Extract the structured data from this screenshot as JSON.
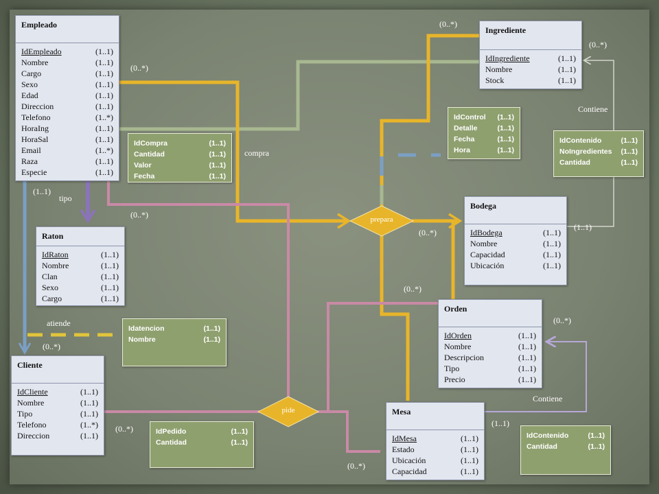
{
  "entities": {
    "empleado": {
      "title": "Empleado",
      "attrs": [
        {
          "name": "IdEmpleado",
          "card": "(1..1)"
        },
        {
          "name": "Nombre",
          "card": "(1..1)"
        },
        {
          "name": "Cargo",
          "card": "(1..1)"
        },
        {
          "name": "Sexo",
          "card": "(1..1)"
        },
        {
          "name": "Edad",
          "card": "(1..1)"
        },
        {
          "name": "Direccion",
          "card": "(1..1)"
        },
        {
          "name": "Telefono",
          "card": "(1..*)"
        },
        {
          "name": "HoraIng",
          "card": "(1..1)"
        },
        {
          "name": "HoraSal",
          "card": "(1..1)"
        },
        {
          "name": "Email",
          "card": "(1..*)"
        },
        {
          "name": "Raza",
          "card": "(1..1)"
        },
        {
          "name": "Especie",
          "card": "(1..1)"
        }
      ]
    },
    "ingrediente": {
      "title": "Ingrediente",
      "attrs": [
        {
          "name": "IdIngrediente",
          "card": "(1..1)"
        },
        {
          "name": "Nombre",
          "card": "(1..1)"
        },
        {
          "name": "Stock",
          "card": "(1..1)"
        }
      ]
    },
    "raton": {
      "title": "Raton",
      "attrs": [
        {
          "name": "IdRaton",
          "card": "(1..1)"
        },
        {
          "name": "Nombre",
          "card": "(1..1)"
        },
        {
          "name": "Clan",
          "card": "(1..1)"
        },
        {
          "name": "Sexo",
          "card": "(1..1)"
        },
        {
          "name": "Cargo",
          "card": "(1..1)"
        }
      ]
    },
    "bodega": {
      "title": "Bodega",
      "attrs": [
        {
          "name": "IdBodega",
          "card": "(1..1)"
        },
        {
          "name": "Nombre",
          "card": "(1..1)"
        },
        {
          "name": "Capacidad",
          "card": "(1..1)"
        },
        {
          "name": "Ubicación",
          "card": "(1..1)"
        }
      ]
    },
    "orden": {
      "title": "Orden",
      "attrs": [
        {
          "name": "IdOrden",
          "card": "(1..1)"
        },
        {
          "name": "Nombre",
          "card": "(1..1)"
        },
        {
          "name": "Descripcion",
          "card": "(1..1)"
        },
        {
          "name": "Tipo",
          "card": "(1..1)"
        },
        {
          "name": "Precio",
          "card": "(1..1)"
        }
      ]
    },
    "cliente": {
      "title": "Cliente",
      "attrs": [
        {
          "name": "IdCliente",
          "card": "(1..1)"
        },
        {
          "name": "Nombre",
          "card": "(1..1)"
        },
        {
          "name": "Tipo",
          "card": "(1..1)"
        },
        {
          "name": "Telefono",
          "card": "(1..*)"
        },
        {
          "name": "Direccion",
          "card": "(1..1)"
        }
      ]
    },
    "mesa": {
      "title": "Mesa",
      "attrs": [
        {
          "name": "IdMesa",
          "card": "(1..1)"
        },
        {
          "name": "Estado",
          "card": "(1..1)"
        },
        {
          "name": "Ubicación",
          "card": "(1..1)"
        },
        {
          "name": "Capacidad",
          "card": "(1..1)"
        }
      ]
    }
  },
  "notes": {
    "compra": [
      {
        "name": "IdCompra",
        "card": "(1..1)"
      },
      {
        "name": "Cantidad",
        "card": "(1..1)"
      },
      {
        "name": "Valor",
        "card": "(1..1)"
      },
      {
        "name": "Fecha",
        "card": "(1..1)"
      }
    ],
    "control": [
      {
        "name": "IdControl",
        "card": "(1..1)"
      },
      {
        "name": "Detalle",
        "card": "(1..1)"
      },
      {
        "name": "Fecha",
        "card": "(1..1)"
      },
      {
        "name": "Hora",
        "card": "(1..1)"
      }
    ],
    "contenido_ing": [
      {
        "name": "IdContenido",
        "card": "(1..1)"
      },
      {
        "name": "NoIngredientes",
        "card": "(1..1)"
      },
      {
        "name": "Cantidad",
        "card": "(1..1)"
      }
    ],
    "atencion": [
      {
        "name": "Idatencion",
        "card": "(1..1)"
      },
      {
        "name": "Nombre",
        "card": "(1..1)"
      }
    ],
    "pedido": [
      {
        "name": "IdPedido",
        "card": "(1..1)"
      },
      {
        "name": "Cantidad",
        "card": "(1..1)"
      }
    ],
    "contenido_orden": [
      {
        "name": "IdContenido",
        "card": "(1..1)"
      },
      {
        "name": "Cantidad",
        "card": "(1..1)"
      }
    ]
  },
  "relationships": {
    "prepara": "prepara",
    "pide": "pide",
    "compra": "compra",
    "tipo": "tipo",
    "atiende": "atiende",
    "contiene_1": "Contiene",
    "contiene_2": "Contiene"
  },
  "cardinalities": {
    "c1": "(0..*)",
    "c2": "(0..*)",
    "c3": "(0..*)",
    "c4": "(1..1)",
    "c5": "(0..*)",
    "c6": "(0..*)",
    "c7": "(1..1)",
    "c8": "(0..*)",
    "c9": "(0..*)",
    "c10": "(0..*)",
    "c11": "(0..*)",
    "c12": "(1..1)",
    "c13": "(0..*)"
  },
  "colors": {
    "yellow": "#e8b52a",
    "pink": "#c98aa6",
    "blue": "#7b9fc4",
    "purple": "#8a74b8",
    "sage": "#a8b890",
    "grey": "#d2d6cc"
  }
}
